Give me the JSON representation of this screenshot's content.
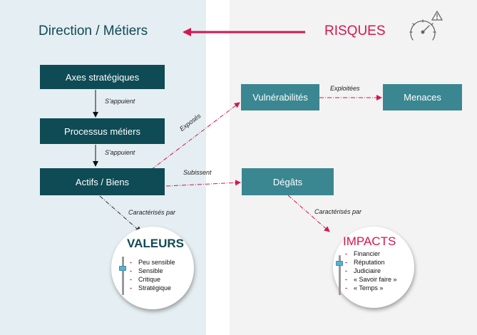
{
  "headings": {
    "left": "Direction / Métiers",
    "right": "RISQUES"
  },
  "boxes": {
    "axes": "Axes stratégiques",
    "processus": "Processus métiers",
    "actifs": "Actifs / Biens",
    "vulnerabilites": "Vulnérabilités",
    "menaces": "Menaces",
    "degats": "Dégâts"
  },
  "edge_labels": {
    "sappuient_1": "S'appuient",
    "sappuient_2": "S'appuient",
    "exposes": "Exposés",
    "exploitees": "Exploitées",
    "subissent": "Subissent",
    "caracterises_1": "Caractérisés par",
    "caracterises_2": "Caractérisés par"
  },
  "valeurs": {
    "title": "VALEURS",
    "items": [
      "Peu sensible",
      "Sensible",
      "Critique",
      "Stratégique"
    ]
  },
  "impacts": {
    "title": "IMPACTS",
    "items": [
      "Financier",
      "Réputation",
      "Judiciaire",
      "« Savoir faire »",
      "« Temps »"
    ]
  },
  "bullet": "-",
  "colors": {
    "dark_teal": "#0e4b55",
    "mid_teal": "#3a8791",
    "accent": "#d4164e",
    "left_bg": "#e5eef2",
    "right_bg": "#f3f3f3"
  },
  "icons": {
    "gauge": "speedometer-warning-icon"
  }
}
